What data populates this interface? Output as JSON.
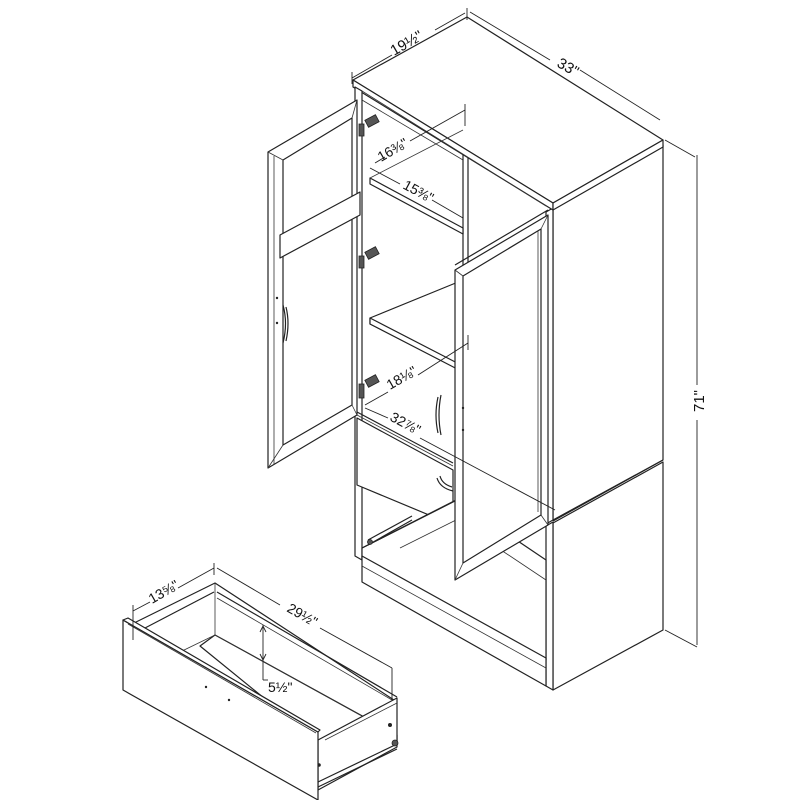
{
  "diagram": {
    "subject": "Armoire / wardrobe cabinet with two doors, one drawer, and a detached drawer",
    "unit": "inches",
    "colors": {
      "line": "#222222",
      "background": "#ffffff",
      "hardware": "#555555"
    },
    "dimensions": {
      "top_depth": "19½\"",
      "top_width": "33\"",
      "height": "71\"",
      "upper_shelf_depth": "16⅜\"",
      "upper_shelf_width": "15⅜\"",
      "lower_shelf_depth": "18⅛\"",
      "interior_width": "32⅞\"",
      "drawer_depth": "13⅝\"",
      "drawer_width": "29½\"",
      "drawer_height": "5½\""
    },
    "components": [
      {
        "name": "cabinet-top"
      },
      {
        "name": "left-door-open",
        "hardware": [
          "hinge-top",
          "hinge-middle",
          "hinge-bottom",
          "door-handle"
        ]
      },
      {
        "name": "right-door-open",
        "hardware": [
          "door-handle"
        ]
      },
      {
        "name": "interior-shelves",
        "count": 2
      },
      {
        "name": "cabinet-drawer",
        "hardware": [
          "drawer-handle",
          "drawer-slide"
        ]
      },
      {
        "name": "lower-open-compartment"
      },
      {
        "name": "detached-drawer",
        "hardware": [
          "drawer-slide"
        ]
      }
    ]
  }
}
